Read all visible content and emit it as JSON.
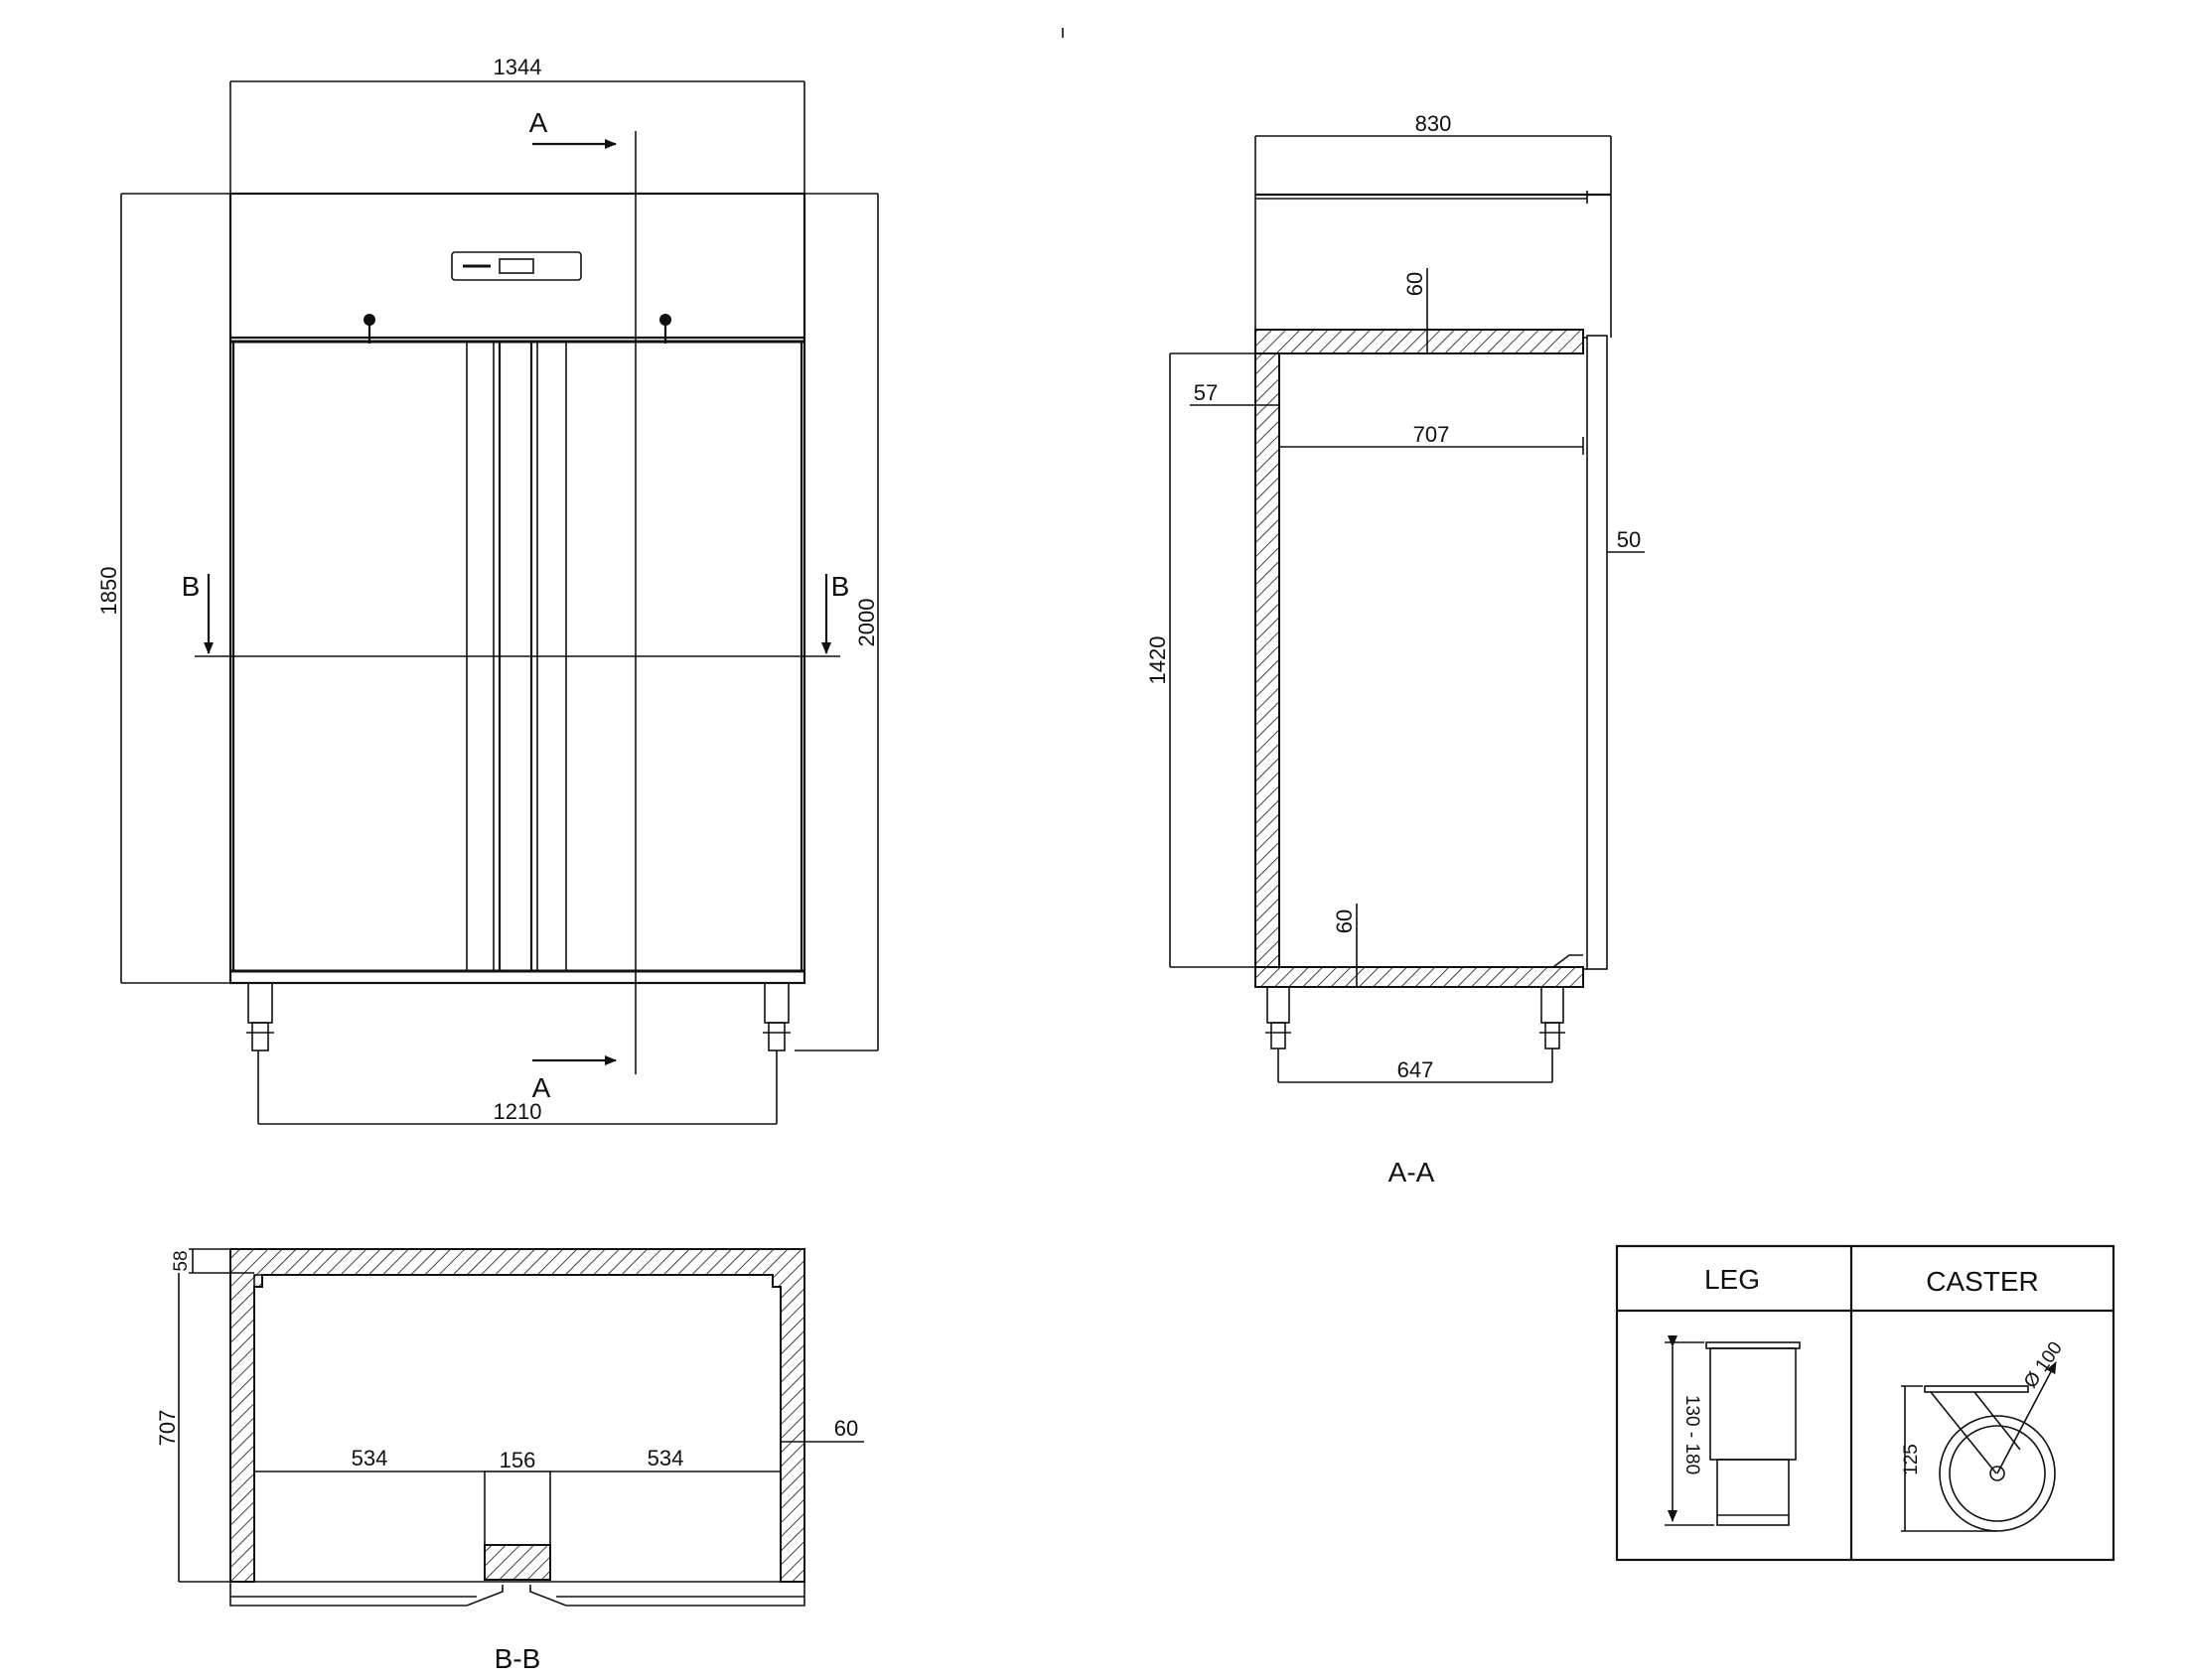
{
  "front_view": {
    "width": "1344",
    "body_height": "1850",
    "total_height": "2000",
    "leg_span": "1210",
    "section_a_label": "A",
    "section_b_label": "B"
  },
  "section_aa": {
    "title": "A-A",
    "depth": "830",
    "top_insulation": "60",
    "back_insulation": "57",
    "interior_depth": "707",
    "door_thickness": "50",
    "interior_height": "1420",
    "bottom_insulation": "60",
    "leg_span": "647"
  },
  "section_bb": {
    "title": "B-B",
    "top_offset": "58",
    "interior_depth": "707",
    "side_insulation": "60",
    "left_width": "534",
    "mullion_width": "156",
    "right_width": "534"
  },
  "options_table": {
    "leg_header": "LEG",
    "caster_header": "CASTER",
    "leg_height": "130 - 180",
    "caster_height": "125",
    "caster_diameter": "Ø 100"
  }
}
